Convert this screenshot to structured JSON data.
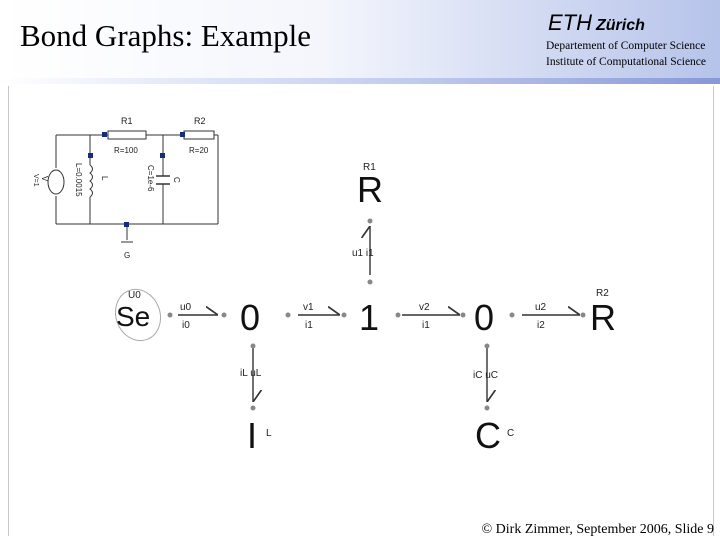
{
  "slide": {
    "title": "Bond Graphs: Example",
    "eth_logo": "ETH",
    "eth_sub": "Zürich",
    "dept_line1": "Departement of Computer Science",
    "dept_line2": "Institute of Computational Science",
    "footer": "© Dirk Zimmer, September 2006, Slide 9"
  },
  "circuit": {
    "r1_name": "R1",
    "r1_value": "R=100",
    "r2_name": "R2",
    "r2_value": "R=20",
    "source_name": "V",
    "source_value": "V=1",
    "l_name": "L",
    "l_value": "L=0.0015",
    "c_name": "C",
    "c_value": "C=1e-6",
    "ground_name": "G"
  },
  "bond_graph": {
    "nodes": {
      "se": "Se",
      "zero_left": "0",
      "one": "1",
      "zero_right": "0",
      "r1": "R",
      "r2": "R",
      "l": "I",
      "c": "C"
    },
    "element_labels": {
      "se": "U0",
      "r1": "R1",
      "r2": "R2",
      "l": "L",
      "c": "C"
    },
    "bond_labels": {
      "se_to_0_effort": "u0",
      "se_to_0_flow": "i0",
      "zero_to_1_effort": "v1",
      "zero_to_1_flow": "i1",
      "one_to_0_effort": "v2",
      "one_to_0_flow": "i1",
      "zero_to_r2_effort": "u2",
      "zero_to_r2_flow": "i2",
      "one_to_r1": "u1 i1",
      "zero_to_l": "iL uL",
      "zero_to_c": "iC uC"
    }
  },
  "colors": {
    "header_accent": "#8798d8",
    "line": "#333333"
  }
}
